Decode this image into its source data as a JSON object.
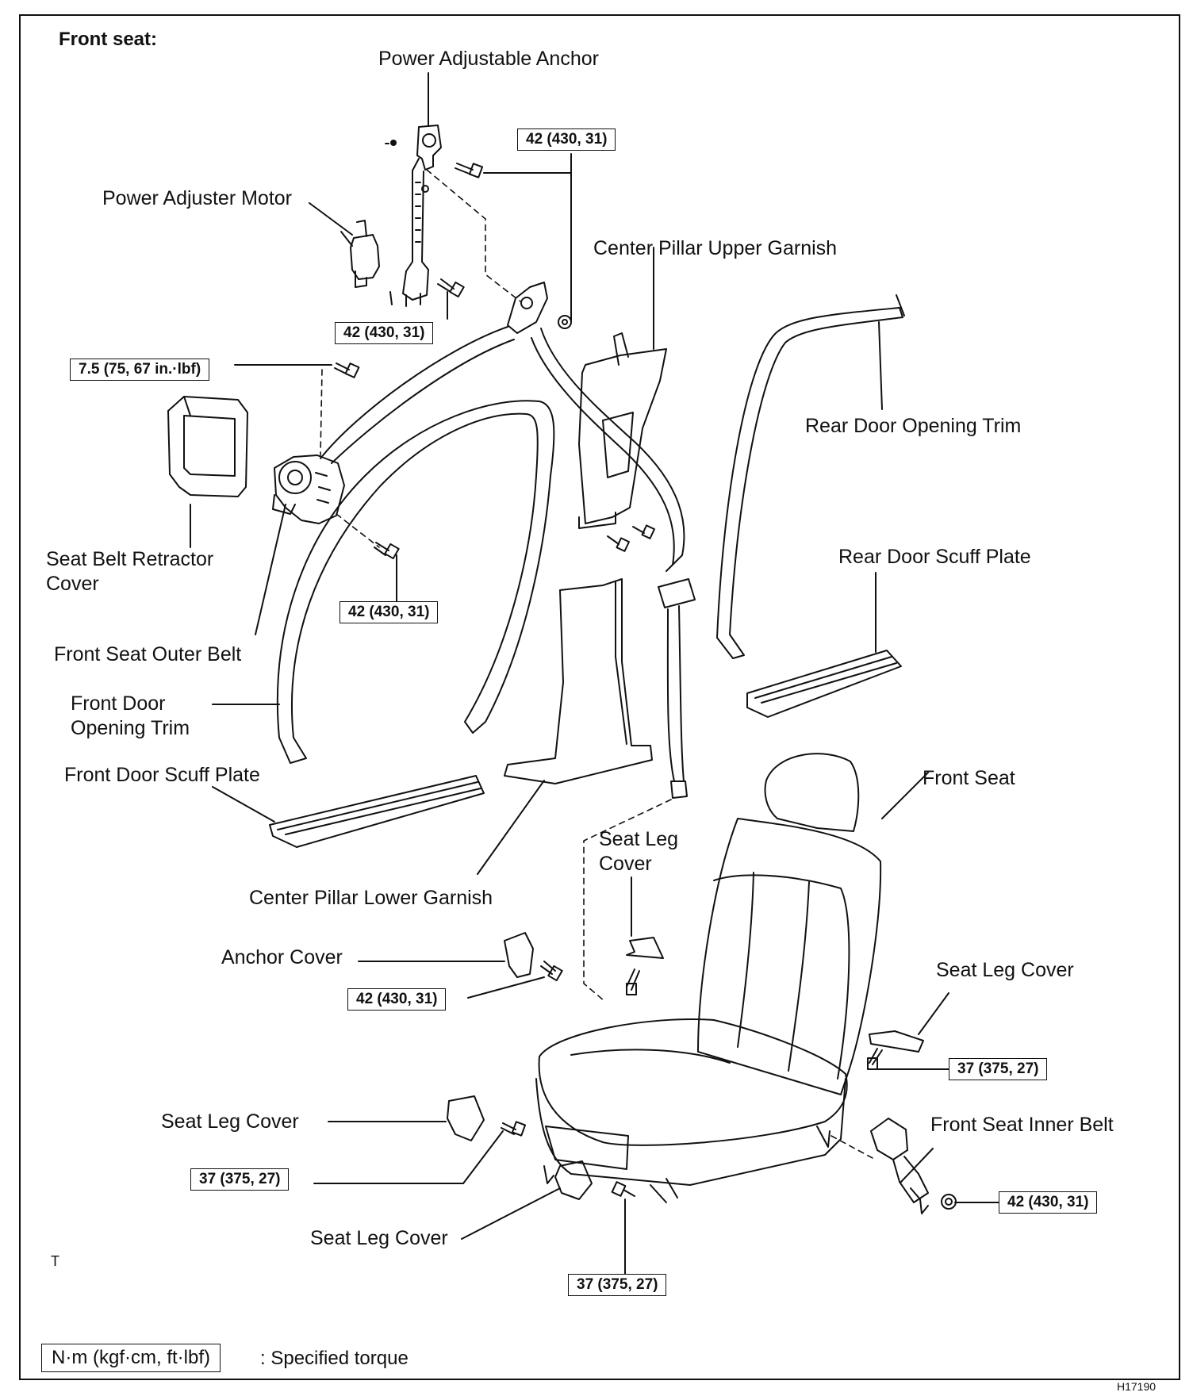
{
  "title": "Front seat:",
  "labels": {
    "power_adjustable_anchor": "Power Adjustable Anchor",
    "power_adjuster_motor": "Power Adjuster Motor",
    "center_pillar_upper_garnish": "Center Pillar Upper Garnish",
    "rear_door_opening_trim": "Rear Door Opening Trim",
    "rear_door_scuff_plate": "Rear Door Scuff Plate",
    "seat_belt_retractor_cover": "Seat Belt Retractor\nCover",
    "front_seat_outer_belt": "Front Seat Outer Belt",
    "front_door_opening_trim": "Front Door\nOpening Trim",
    "front_door_scuff_plate": "Front Door Scuff Plate",
    "front_seat": "Front Seat",
    "seat_leg_cover_top": "Seat Leg\nCover",
    "center_pillar_lower_garnish": "Center Pillar Lower Garnish",
    "anchor_cover": "Anchor Cover",
    "seat_leg_cover_right": "Seat Leg Cover",
    "front_seat_inner_belt": "Front Seat Inner Belt",
    "seat_leg_cover_left": "Seat Leg Cover",
    "seat_leg_cover_bottom": "Seat Leg Cover"
  },
  "torques": {
    "t_anchor_upper": "42 (430, 31)",
    "t_anchor_lower": "42 (430, 31)",
    "t_retractor_top": "7.5 (75, 67 in.·lbf)",
    "t_retractor_low": "42 (430, 31)",
    "t_anchor_cover": "42 (430, 31)",
    "t_leg_right": "37 (375, 27)",
    "t_leg_left": "37 (375, 27)",
    "t_inner_belt": "42 (430, 31)",
    "t_leg_bottom": "37 (375, 27)"
  },
  "legend": {
    "unit": "N·m (kgf·cm, ft·lbf)",
    "text": ": Specified torque"
  },
  "marks": {
    "corner_t": "T",
    "figure_code": "H17190"
  }
}
